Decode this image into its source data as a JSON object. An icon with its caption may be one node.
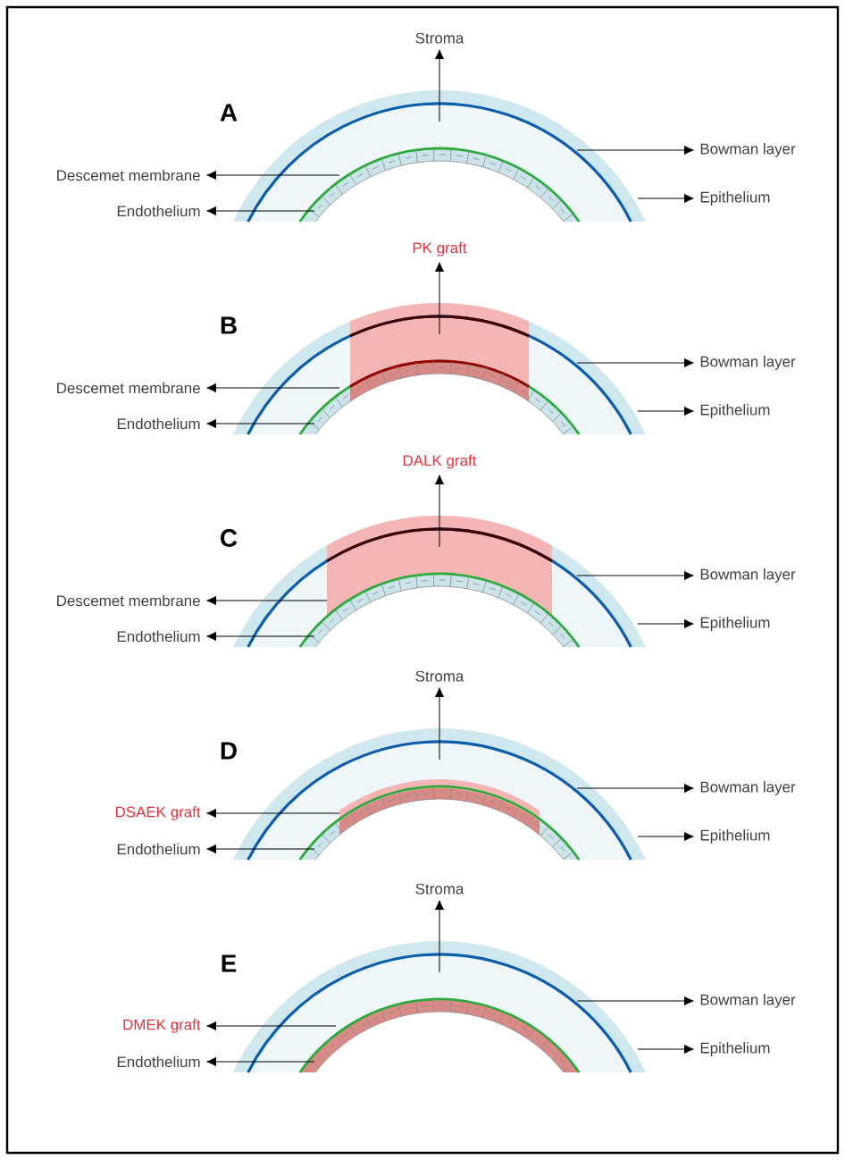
{
  "diagram": {
    "nodes": [
      {
        "text": [
          "Stroma"
        ]
      },
      {
        "text": [
          "Bowman layer"
        ]
      },
      {
        "text": [
          "Descemet membrane"
        ]
      },
      {
        "text": [
          "Epithelium"
        ]
      },
      {
        "text": [
          "Endothelium"
        ]
      },
      {
        "text": [
          "PK graft"
        ]
      },
      {
        "text": [
          "Bowman layer"
        ]
      },
      {
        "text": [
          "Descemet membrane"
        ]
      },
      {
        "text": [
          "Epithelium"
        ]
      },
      {
        "text": [
          "Endothelium"
        ]
      },
      {
        "text": [
          "DALK graft"
        ]
      },
      {
        "text": [
          "Bowman layer"
        ]
      },
      {
        "text": [
          "Descemet membrane"
        ]
      },
      {
        "text": [
          "Epithelium"
        ]
      },
      {
        "text": [
          "Endothelium"
        ]
      },
      {
        "text": [
          "Stroma"
        ]
      },
      {
        "text": [
          "Bowman layer"
        ]
      },
      {
        "text": [
          "DSAEK graft"
        ]
      },
      {
        "text": [
          "Epithelium"
        ]
      },
      {
        "text": [
          "Endothelium"
        ]
      },
      {
        "text": [
          "Stroma"
        ]
      },
      {
        "text": [
          "Bowman layer"
        ]
      },
      {
        "text": [
          "DMEK graft"
        ]
      },
      {
        "text": [
          "Epithelium"
        ]
      },
      {
        "text": [
          "Endothelium"
        ]
      }
    ],
    "edges": [
      {
        "from": null,
        "to": 0,
        "arrow": "to"
      },
      {
        "from": null,
        "to": 1,
        "arrow": "to"
      },
      {
        "from": null,
        "to": 2,
        "arrow": "to"
      },
      {
        "from": null,
        "to": 3,
        "arrow": "to"
      },
      {
        "from": null,
        "to": 4,
        "arrow": "to"
      },
      {
        "from": null,
        "to": 5,
        "arrow": "to"
      },
      {
        "from": null,
        "to": 6,
        "arrow": "to"
      },
      {
        "from": null,
        "to": 7,
        "arrow": "to"
      },
      {
        "from": null,
        "to": 8,
        "arrow": "to"
      },
      {
        "from": null,
        "to": 9,
        "arrow": "to"
      },
      {
        "from": null,
        "to": 10,
        "arrow": "to"
      },
      {
        "from": null,
        "to": 11,
        "arrow": "to"
      },
      {
        "from": null,
        "to": 12,
        "arrow": "to"
      },
      {
        "from": null,
        "to": 13,
        "arrow": "to"
      },
      {
        "from": null,
        "to": 14,
        "arrow": "to"
      },
      {
        "from": null,
        "to": 15,
        "arrow": "to"
      },
      {
        "from": null,
        "to": 16,
        "arrow": "to"
      },
      {
        "from": null,
        "to": 17,
        "arrow": "to"
      },
      {
        "from": null,
        "to": 18,
        "arrow": "to"
      },
      {
        "from": null,
        "to": 19,
        "arrow": "to"
      },
      {
        "from": null,
        "to": 20,
        "arrow": "to"
      },
      {
        "from": null,
        "to": 21,
        "arrow": "to"
      },
      {
        "from": null,
        "to": 22,
        "arrow": "to"
      },
      {
        "from": null,
        "to": 23,
        "arrow": "to"
      },
      {
        "from": null,
        "to": 24,
        "arrow": "to"
      }
    ],
    "labels": [
      "A",
      "B",
      "C",
      "D",
      "E"
    ]
  }
}
